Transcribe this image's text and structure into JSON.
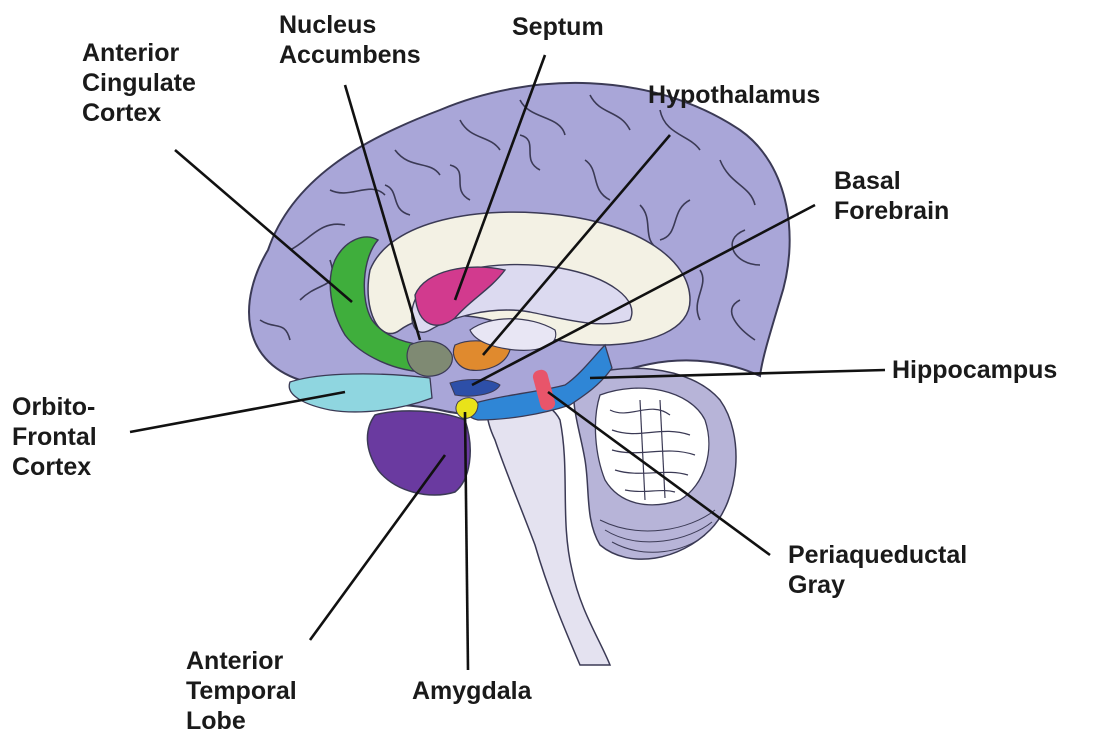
{
  "diagram": {
    "colors": {
      "cortex": "#a9a6d8",
      "cortex_edge": "#3b3a55",
      "white_matter": "#f3f1e4",
      "acc": "#3fae3c",
      "septum": "#d23a8e",
      "nucleus_accumbens": "#7f8a73",
      "hypothalamus": "#e08a2e",
      "basal_forebrain": "#2d4fa8",
      "orbitofrontal": "#8fd6e0",
      "temporal_lobe": "#6a3aa0",
      "amygdala": "#e9e21a",
      "hippocampus": "#2f86d6",
      "periaqueductal_gray": "#e8556a",
      "brainstem": "#e4e2f0",
      "cerebellum": "#b7b4d8"
    },
    "labels": {
      "nucleus_accumbens": [
        "Nucleus",
        "Accumbens"
      ],
      "septum": [
        "Septum"
      ],
      "anterior_cingulate_cortex": [
        "Anterior",
        "Cingulate",
        "Cortex"
      ],
      "hypothalamus": [
        "Hypothalamus"
      ],
      "basal_forebrain": [
        "Basal",
        "Forebrain"
      ],
      "hippocampus": [
        "Hippocampus"
      ],
      "orbitofrontal_cortex": [
        "Orbito-",
        "Frontal",
        "Cortex"
      ],
      "periaqueductal_gray": [
        "Periaqueductal",
        "Gray"
      ],
      "anterior_temporal_lobe": [
        "Anterior",
        "Temporal",
        "Lobe"
      ],
      "amygdala": [
        "Amygdala"
      ]
    }
  }
}
